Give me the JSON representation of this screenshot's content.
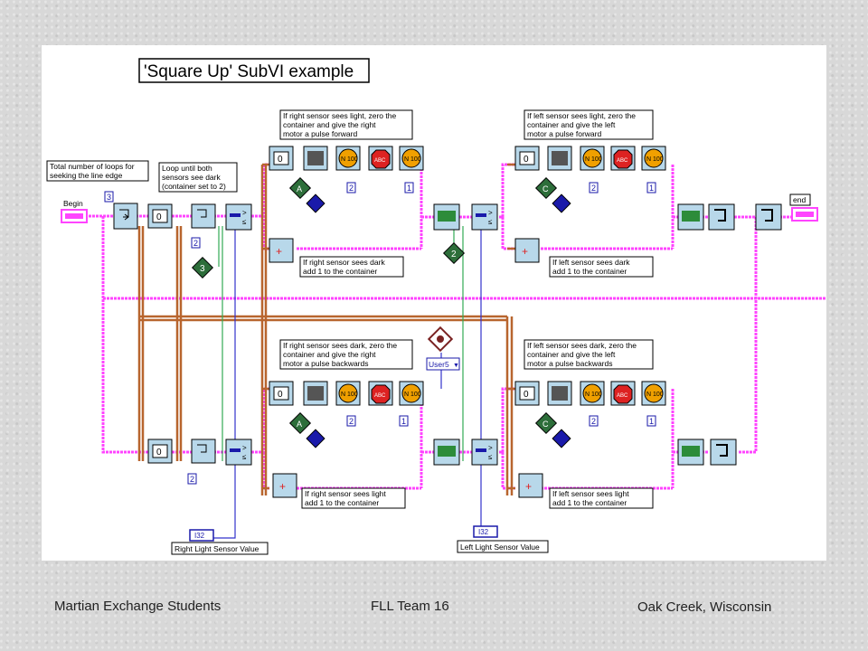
{
  "title": "'Square Up' SubVI example",
  "notes": {
    "total_loops": [
      "Total number of loops for",
      "seeking the line edge"
    ],
    "loop_until": [
      "Loop until both",
      "sensors see dark",
      "(container set to 2)"
    ],
    "right_light_top": [
      "If right sensor sees light, zero the",
      "container and give the right",
      "motor a pulse forward"
    ],
    "left_light_top": [
      "If left sensor sees light, zero the",
      "container and give the left",
      "motor a pulse forward"
    ],
    "right_dark_add": [
      "If right sensor sees dark",
      "add 1 to the container"
    ],
    "left_dark_add": [
      "If left sensor sees dark",
      "add 1 to the container"
    ],
    "right_dark_bottom": [
      "If right sensor sees dark, zero the",
      "container and give the right",
      "motor a pulse backwards"
    ],
    "left_dark_bottom": [
      "If left sensor sees dark, zero the",
      "container and give the left",
      "motor a pulse backwards"
    ],
    "right_light_add": [
      "If right sensor sees light",
      "add 1 to the container"
    ],
    "left_light_add": [
      "If left sensor sees light",
      "add 1 to the container"
    ]
  },
  "labels": {
    "begin": "Begin",
    "end": "end",
    "user5": "User5",
    "right_sensor_value": "Right Light Sensor Value",
    "left_sensor_value": "Left Light Sensor Value",
    "i32": "I32",
    "zero": "0",
    "n100": "N 100",
    "stop": "ABC"
  },
  "constants": {
    "loops": "3",
    "container_target": "2",
    "right_const": "3",
    "left_const": "2",
    "motor_a": "A",
    "motor_c": "C",
    "power_2": "2",
    "power_1": "1"
  },
  "footer": {
    "left": "Martian Exchange Students",
    "middle": "FLL Team 16",
    "right": "Oak Creek, Wisconsin"
  },
  "colors": {
    "boolean_wire": "#ff44ff",
    "number_wire": "#b8652e",
    "blue_wire": "#3333cc",
    "green_wire": "#33aa55",
    "block_fill": "#b8d8ea",
    "note_fill": "#ffffff"
  }
}
